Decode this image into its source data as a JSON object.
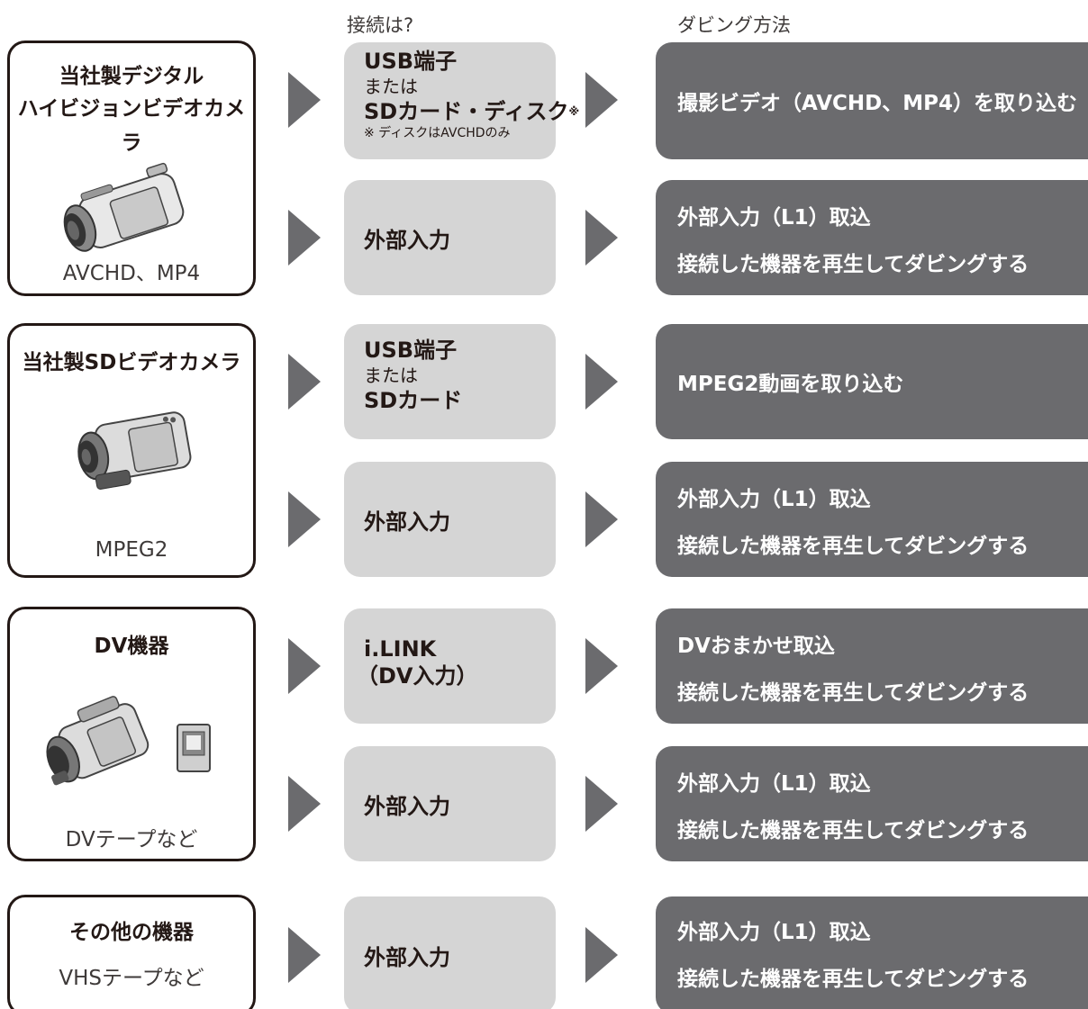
{
  "headers": {
    "connection": "接続は?",
    "dubbing": "ダビング方法"
  },
  "devices": [
    {
      "name_line1": "当社製デジタル",
      "name_line2": "ハイビジョンビデオカメラ",
      "format": "AVCHD、MP4",
      "image": "hd-camcorder-image"
    },
    {
      "name_line1": "当社製SDビデオカメラ",
      "format": "MPEG2",
      "image": "sd-camcorder-image"
    },
    {
      "name_line1": "DV機器",
      "format": "DVテープなど",
      "image": "dv-camcorder-image"
    },
    {
      "name_line1": "その他の機器",
      "format": "VHSテープなど"
    }
  ],
  "connections": {
    "r1": {
      "line1": "USB端子",
      "line2": "または",
      "line3": "SDカード・ディスク",
      "mark": "※",
      "note": "※ ディスクはAVCHDのみ"
    },
    "r2": {
      "label": "外部入力"
    },
    "r3": {
      "line1": "USB端子",
      "line2": "または",
      "line3": "SDカード"
    },
    "r4": {
      "label": "外部入力"
    },
    "r5": {
      "line1": "i.LINK",
      "line2": "（DV入力）"
    },
    "r6": {
      "label": "外部入力"
    },
    "r7": {
      "label": "外部入力"
    }
  },
  "methods": {
    "r1": {
      "text": "撮影ビデオ（AVCHD、MP4）を取り込む"
    },
    "r2": {
      "line1": "外部入力（L1）取込",
      "line2": "接続した機器を再生してダビングする"
    },
    "r3": {
      "text": "MPEG2動画を取り込む"
    },
    "r4": {
      "line1": "外部入力（L1）取込",
      "line2": "接続した機器を再生してダビングする"
    },
    "r5": {
      "line1": "DVおまかせ取込",
      "line2": "接続した機器を再生してダビングする"
    },
    "r6": {
      "line1": "外部入力（L1）取込",
      "line2": "接続した機器を再生してダビングする"
    },
    "r7": {
      "line1": "外部入力（L1）取込",
      "line2": "接続した機器を再生してダビングする"
    }
  },
  "colors": {
    "arrow": "#6b6b6e",
    "connection_bg": "#d5d5d5",
    "method_bg": "#6b6b6e",
    "border": "#231815"
  }
}
